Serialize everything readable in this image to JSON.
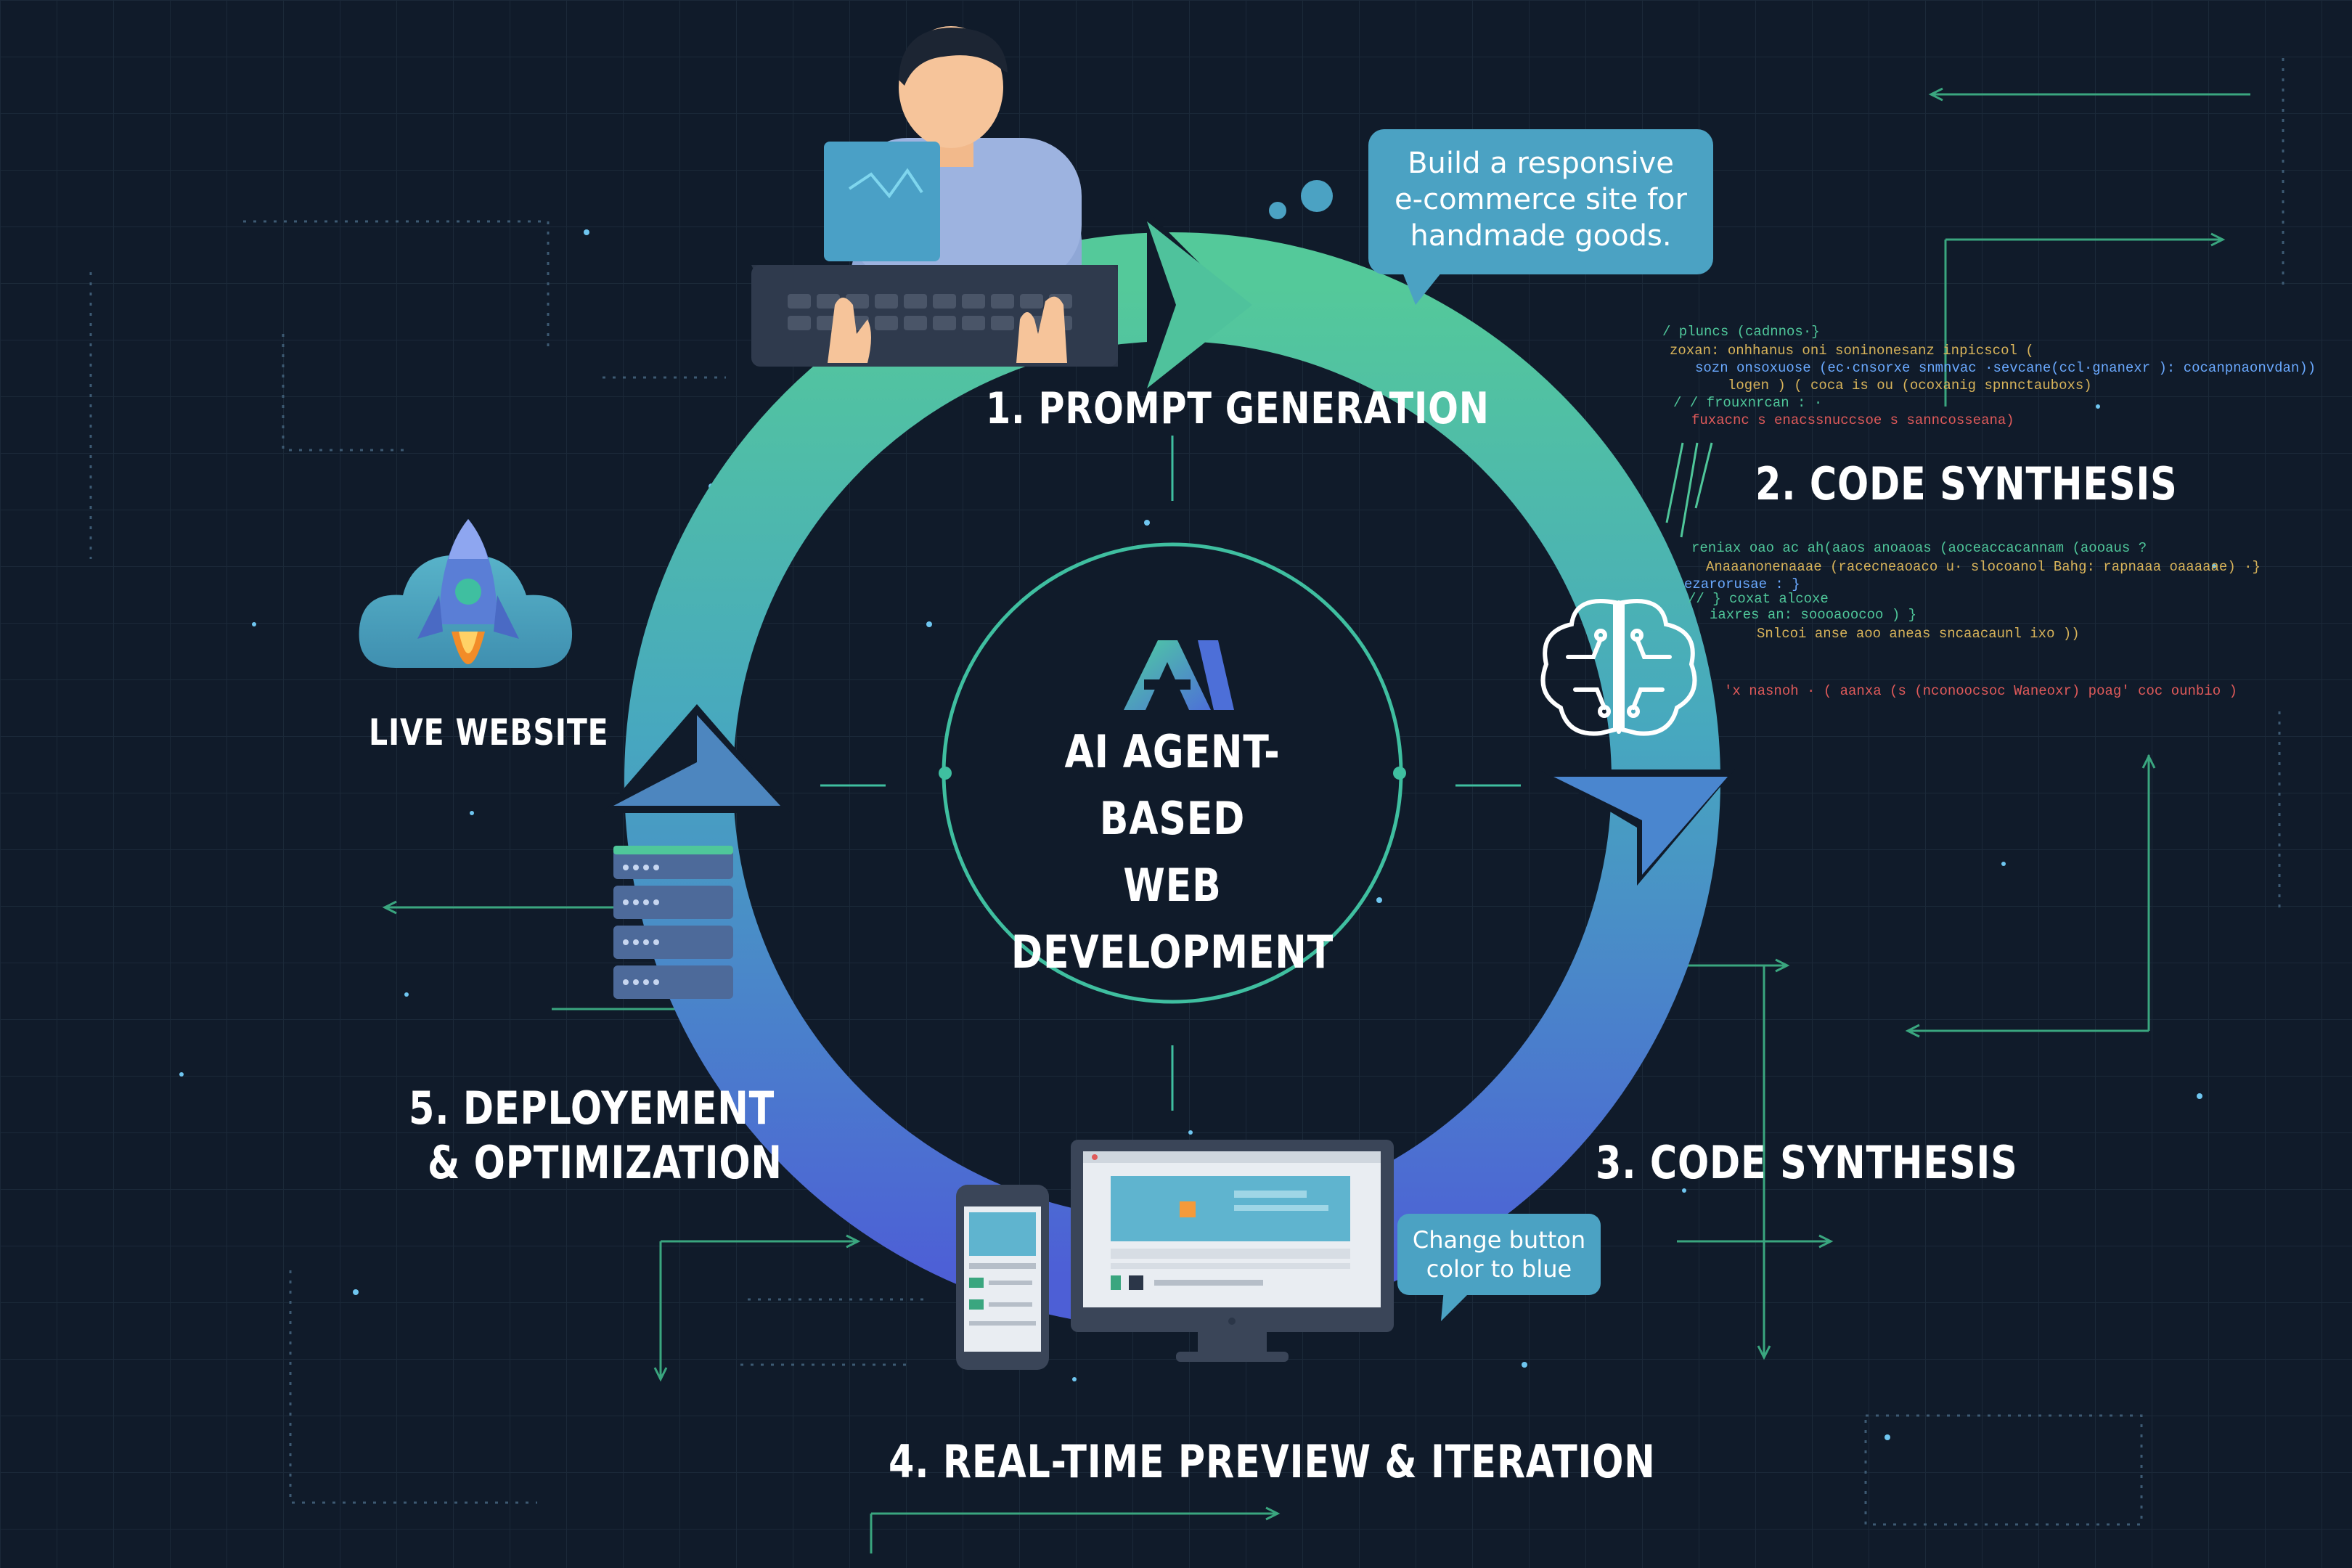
{
  "diagram": {
    "center_logo_text": "AI",
    "center_title_line1": "AI AGENT-BASED",
    "center_title_line2": "WEB DEVELOPMENT",
    "steps": {
      "prompt_generation": "1. PROMPT GENERATION",
      "code_synthesis_2": "2. CODE SYNTHESIS",
      "code_synthesis_3": "3. CODE SYNTHESIS",
      "preview_iteration": "4. REAL-TIME PREVIEW & ITERATION",
      "deployment_line1": "5. DEPLOYEMENT",
      "deployment_line2": "& OPTIMIZATION"
    },
    "live_website_label": "LIVE WEBSITE",
    "prompt_bubble": {
      "line1": "Build a responsive",
      "line2": "e-commerce site for",
      "line3": "handmade goods."
    },
    "feedback_bubble": {
      "line1": "Change button",
      "line2": "color to blue"
    }
  },
  "colors": {
    "background": "#101b2a",
    "grid": "#1c2a3c",
    "green_accent": "#4fc79a",
    "teal_accent": "#45a7bd",
    "blue_accent": "#4d67d6",
    "bubble": "#4ba2c3"
  },
  "icons": [
    "user-at-laptop-icon",
    "brain-circuit-icon",
    "monitor-icon",
    "phone-icon",
    "server-stack-icon",
    "rocket-cloud-icon",
    "ai-logo-icon"
  ]
}
